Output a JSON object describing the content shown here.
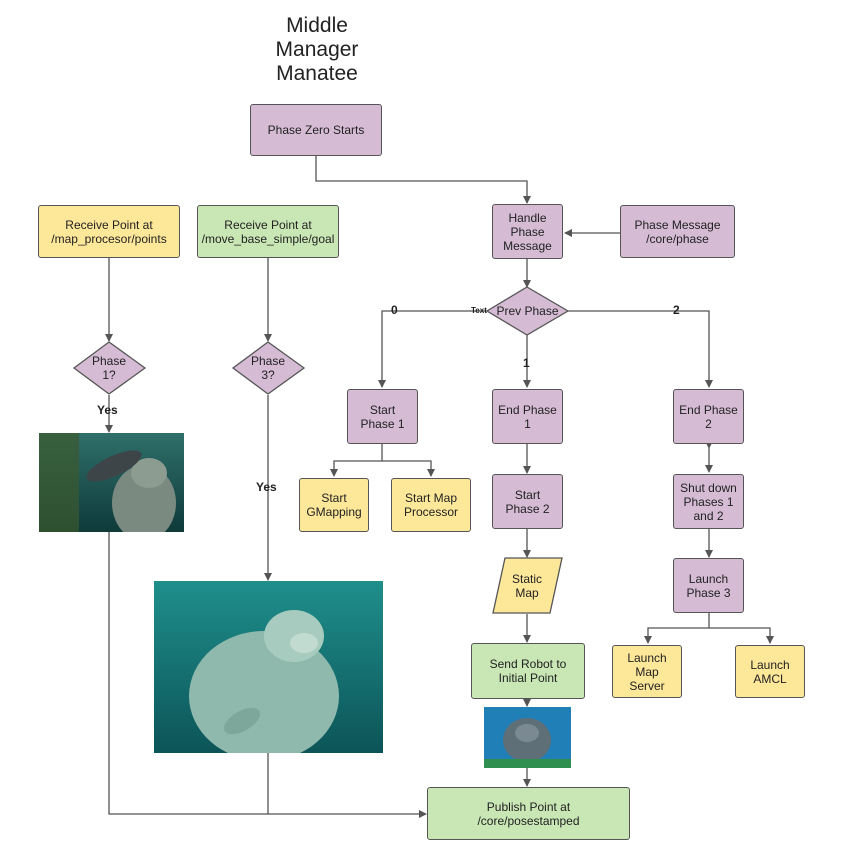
{
  "title": "Middle\nManager\nManatee",
  "nodes": {
    "phase_zero": "Phase Zero Starts",
    "handle_phase": "Handle\nPhase\nMessage",
    "phase_message": "Phase Message\n/core/phase",
    "prev_phase": "Prev Phase",
    "receive_points": "Receive Point at\n/map_procesor/points",
    "receive_goal": "Receive Point at\n/move_base_simple/goal",
    "phase1_q": "Phase\n1?",
    "phase3_q": "Phase\n3?",
    "start_phase1": "Start\nPhase 1",
    "end_phase1": "End Phase\n1",
    "end_phase2": "End Phase\n2",
    "start_gmapping": "Start\nGMapping",
    "start_map_processor": "Start Map\nProcessor",
    "start_phase2": "Start\nPhase 2",
    "shut_down": "Shut down\nPhases 1\nand 2",
    "static_map": "Static\nMap",
    "launch_phase3": "Launch\nPhase 3",
    "send_robot": "Send Robot to\nInitial Point",
    "launch_map_server": "Launch\nMap\nServer",
    "launch_amcl": "Launch\nAMCL",
    "publish_point": "Publish Point at\n/core/posestamped"
  },
  "edge_labels": {
    "zero": "0",
    "one": "1",
    "two": "2",
    "text": "Text",
    "yes_left": "Yes",
    "yes_mid": "Yes"
  },
  "colors": {
    "purple": "#d5bcd4",
    "yellow": "#fde89a",
    "green": "#c9e7b5",
    "line": "#555555"
  },
  "images": [
    "manatee-photo",
    "manatee-photo",
    "manatee-photo"
  ]
}
